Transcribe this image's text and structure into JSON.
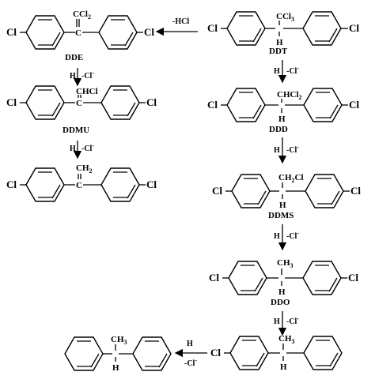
{
  "compounds": {
    "ddt": {
      "name": "DDT"
    },
    "dde": {
      "name": "DDE"
    },
    "ddmu": {
      "name": "DDMU"
    },
    "ddd": {
      "name": "DDD"
    },
    "ddms": {
      "name": "DDMS"
    },
    "ddo": {
      "name": "DDO"
    }
  },
  "atoms": {
    "cl": "Cl",
    "h": "H",
    "c": "C",
    "ccl": "CCl",
    "chcl": "CHCl",
    "ch": "CH",
    "sub2": "2",
    "sub3": "3",
    "ch2cl_main": "CH",
    "ch2cl_tail": "Cl"
  },
  "arrows": {
    "minus_hcl": "-HCl",
    "h": "H",
    "minus_cl": "-Cl",
    "charge": "-"
  }
}
